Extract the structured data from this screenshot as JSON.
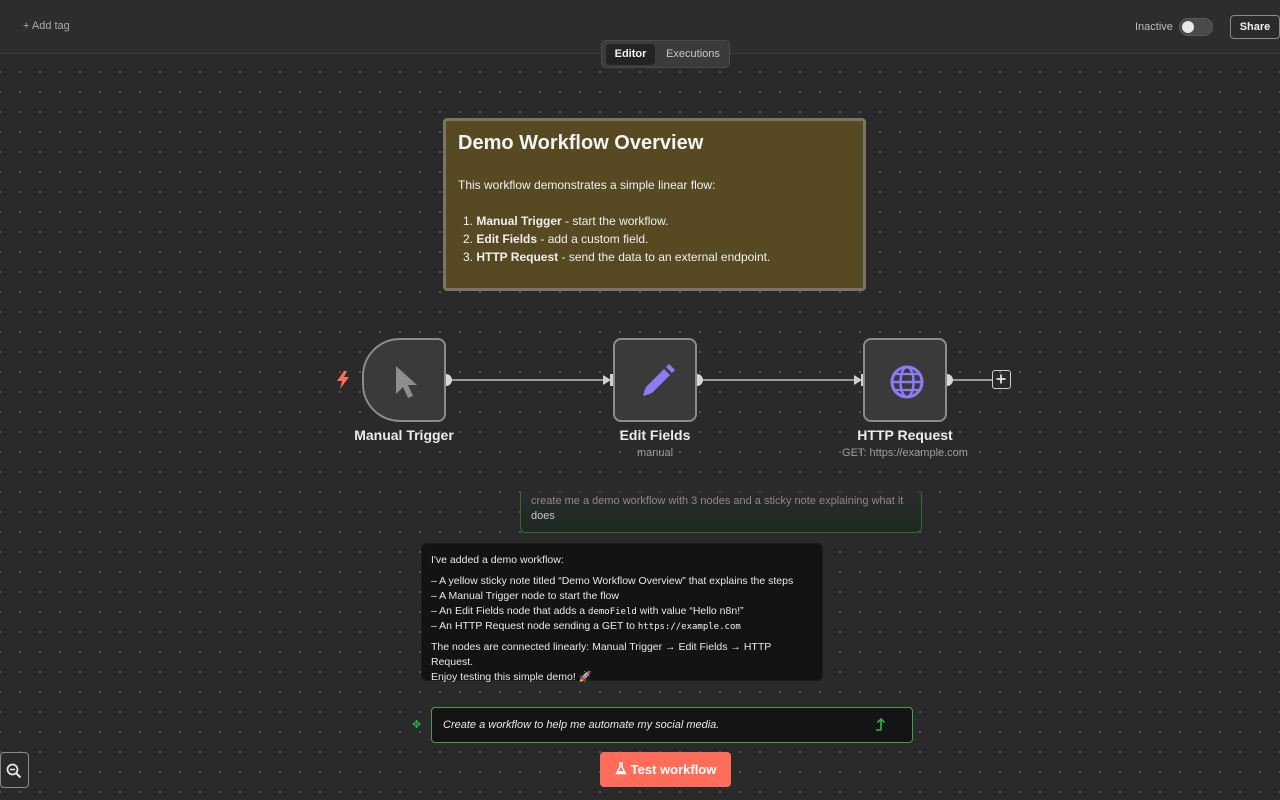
{
  "header": {
    "add_tag_label": "+ Add tag",
    "status_label": "Inactive",
    "active": false,
    "share_label": "Share"
  },
  "view_tabs": [
    {
      "label": "Editor",
      "selected": true
    },
    {
      "label": "Executions",
      "selected": false
    }
  ],
  "sticky_note": {
    "title": "Demo Workflow Overview",
    "intro": "This workflow demonstrates a simple linear flow:",
    "items": [
      {
        "num": "1.",
        "name": "Manual Trigger",
        "desc": " - start the workflow."
      },
      {
        "num": "2.",
        "name": "Edit Fields",
        "desc": " - add a custom field."
      },
      {
        "num": "3.",
        "name": "HTTP Request",
        "desc": " - send the data to an external endpoint."
      }
    ]
  },
  "nodes": [
    {
      "name": "Manual Trigger",
      "subtitle": "",
      "icon": "cursor-icon"
    },
    {
      "name": "Edit Fields",
      "subtitle": "manual",
      "icon": "pencil-icon"
    },
    {
      "name": "HTTP Request",
      "subtitle": "GET: https://example.com",
      "icon": "globe-icon"
    }
  ],
  "chat": {
    "user_message_line1": "create me a demo workflow with 3 nodes and a sticky note explaining what it",
    "user_message_line2": "does",
    "ai_intro": "I've added a demo workflow:",
    "ai_bullets": [
      {
        "text": "– A yellow sticky note titled “Demo Workflow Overview” that explains the steps"
      },
      {
        "text": "– A Manual Trigger node to start the flow"
      },
      {
        "pre": "– An Edit Fields node that adds a ",
        "code": "demoField",
        "post": " with value “Hello n8n!”"
      },
      {
        "pre": "– An HTTP Request node sending a GET to ",
        "code": "https://example.com",
        "post": ""
      }
    ],
    "ai_outro_line1": "The nodes are connected linearly: Manual Trigger → Edit Fields → HTTP Request.",
    "ai_outro_line2": "Enjoy testing this simple demo! 🚀",
    "input_placeholder": "Create a workflow to help me automate my social media."
  },
  "test_button_label": "Test workflow",
  "colors": {
    "accent": "#ff6d5a",
    "sticky_bg": "#574921",
    "node_icon_purple": "#8b7cf6",
    "chat_border_green": "#3fa34d"
  }
}
